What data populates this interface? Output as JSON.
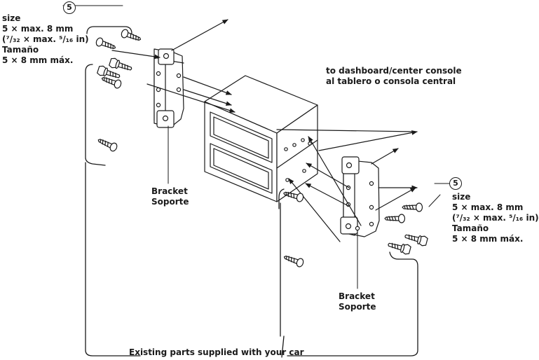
{
  "callouts": {
    "top_left": "5",
    "right": "5"
  },
  "screw_size_left": {
    "line1": "size",
    "line2": "5 × max. 8 mm",
    "line3": "(⁷/₃₂ × max. ⁵/₁₆ in)",
    "line4": "Tamaño",
    "line5": "5 × 8 mm máx."
  },
  "screw_size_right": {
    "line1": "size",
    "line2": "5 × max. 8 mm",
    "line3": "(⁷/₃₂ × max. ⁵/₁₆ in)",
    "line4": "Tamaño",
    "line5": "5 × 8 mm máx."
  },
  "console_label": {
    "line1": "to dashboard/center console",
    "line2": "al tablero o consola central"
  },
  "bracket_left": {
    "line1": "Bracket",
    "line2": "Soporte"
  },
  "bracket_right": {
    "line1": "Bracket",
    "line2": "Soporte"
  },
  "existing_parts": "Existing parts supplied with your car",
  "colors": {
    "line": "#1a1a1a",
    "background": "#ffffff"
  }
}
